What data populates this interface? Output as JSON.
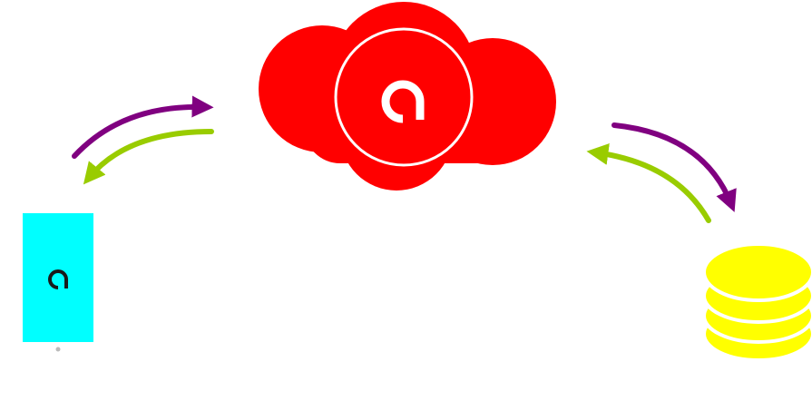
{
  "diagram": {
    "nodes": [
      {
        "id": "cloud",
        "icon": "cloud-logo-icon"
      },
      {
        "id": "device",
        "icon": "phone-device-icon"
      },
      {
        "id": "database",
        "icon": "coin-stack-database-icon"
      }
    ],
    "edges": [
      {
        "from": "device",
        "to": "cloud",
        "color": "purple"
      },
      {
        "from": "cloud",
        "to": "device",
        "color": "lime"
      },
      {
        "from": "cloud",
        "to": "database",
        "color": "purple"
      },
      {
        "from": "database",
        "to": "cloud",
        "color": "lime"
      }
    ]
  },
  "colors": {
    "cloud": "#ff0000",
    "cloud_ring": "#ffffff",
    "device": "#00ffff",
    "device_dot": "#bbbbbb",
    "logo_dark": "#1a1a1a",
    "database": "#ffff00",
    "database_line": "#ffffff",
    "arrow_purple": "#800080",
    "arrow_lime": "#99cc00"
  }
}
